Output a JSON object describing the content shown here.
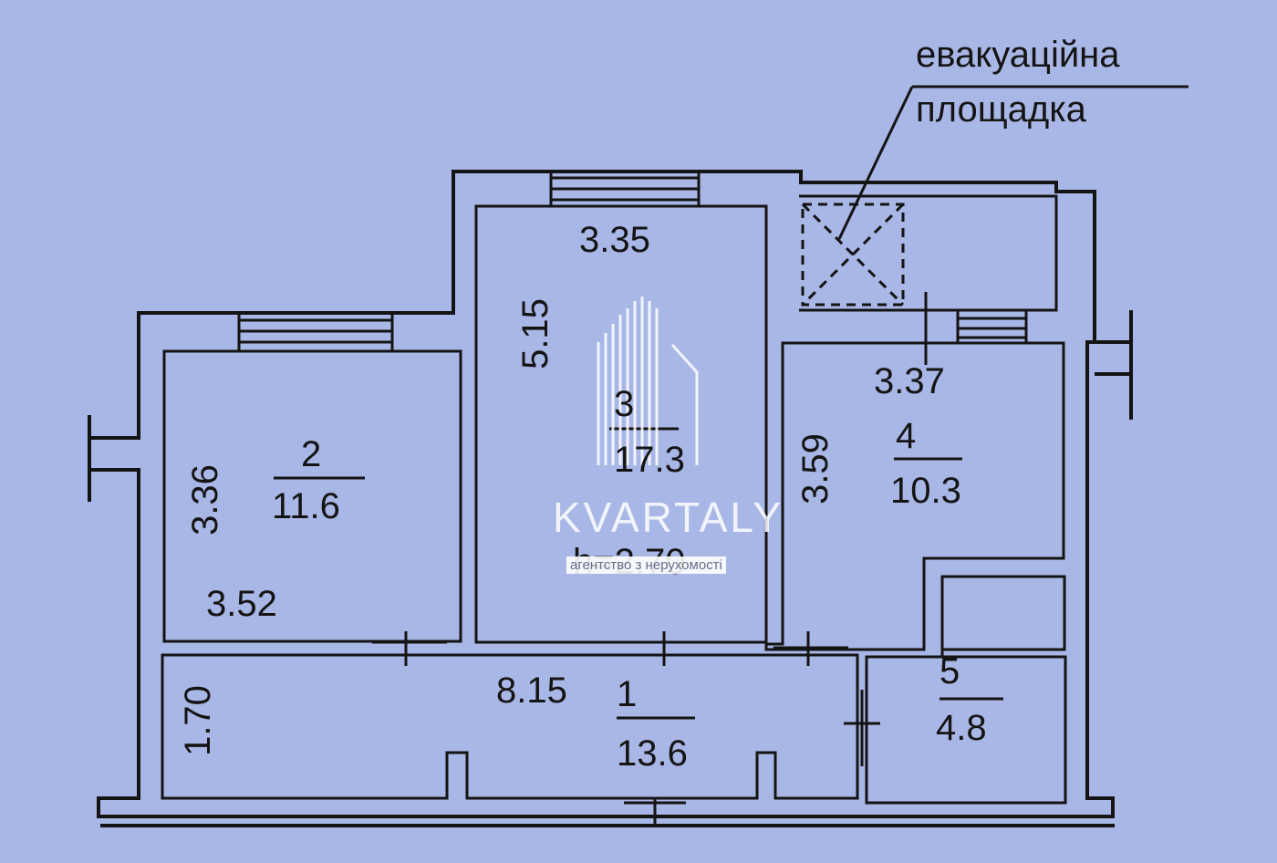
{
  "callout": {
    "line1": "евакуаційна",
    "line2": "площадка"
  },
  "rooms": [
    {
      "number": "1",
      "area": "13.6",
      "dim_h": "8.15",
      "dim_v": "1.70"
    },
    {
      "number": "2",
      "area": "11.6",
      "dim_h": "3.52",
      "dim_v": "3.36"
    },
    {
      "number": "3",
      "area": "17.3",
      "dim_h": "3.35",
      "dim_v": "5.15",
      "height": "h=2.70"
    },
    {
      "number": "4",
      "area": "10.3",
      "dim_h": "3.37",
      "dim_v": "3.59"
    },
    {
      "number": "5",
      "area": "4.8"
    }
  ],
  "watermark": {
    "brand": "KVARTALY",
    "tagline": "агентство з нерухомості"
  },
  "colors": {
    "background": "#a9b7e6",
    "lines": "#141414",
    "watermark": "#ffffff"
  }
}
